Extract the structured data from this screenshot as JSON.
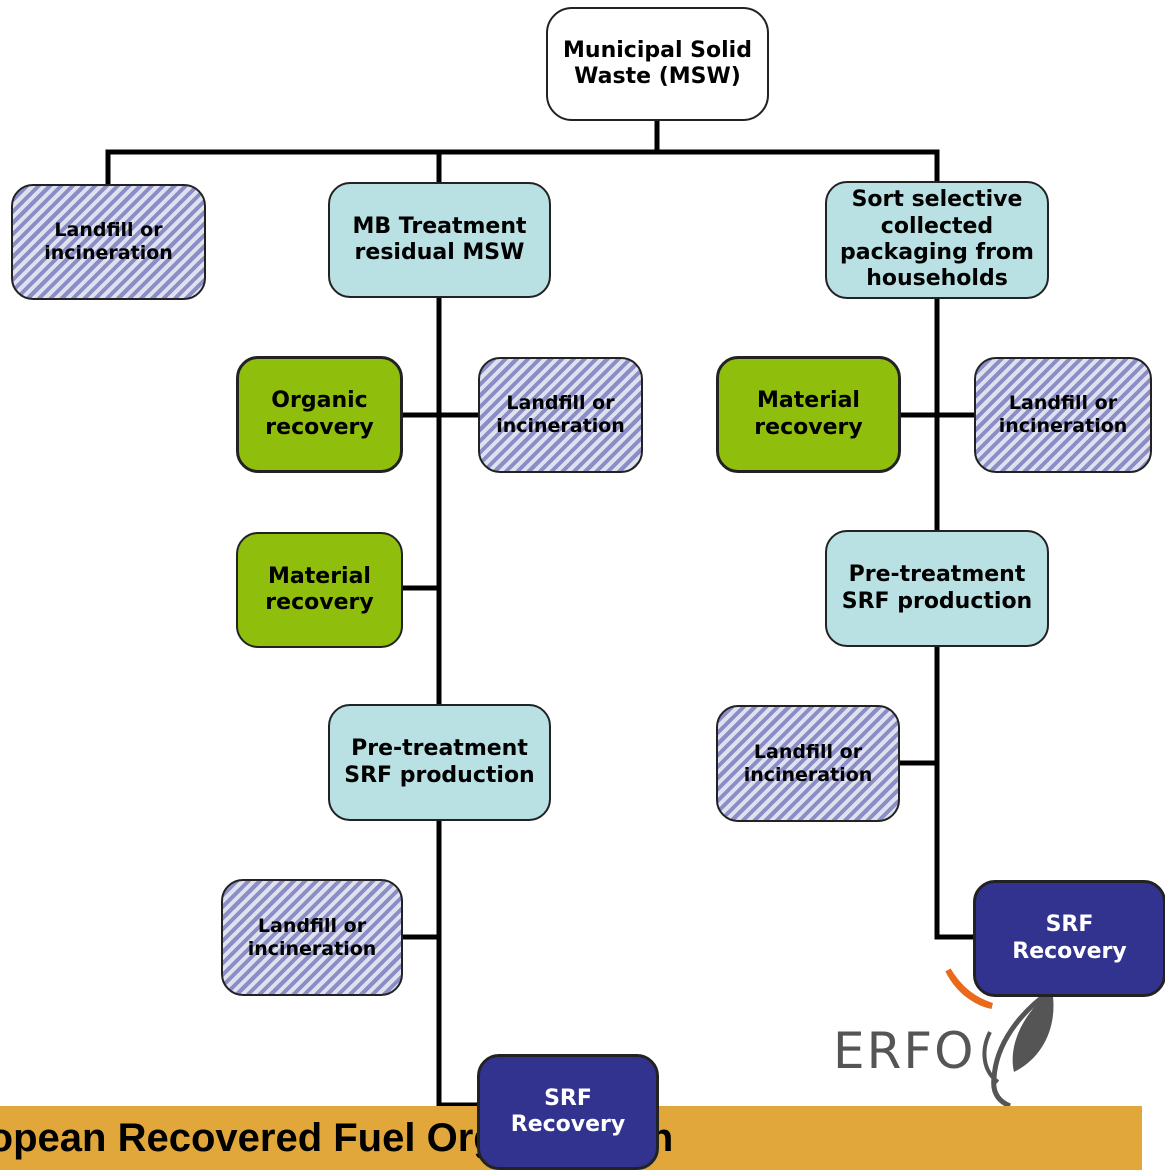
{
  "nodes": {
    "msw": "Municipal Solid\nWaste (MSW)",
    "landfill_top_left": "Landfill or\nincineration",
    "mb_treatment": "MB Treatment\nresidual MSW",
    "sort_packaging": "Sort selective\ncollected\npackaging from\nhouseholds",
    "organic_recovery": "Organic\nrecovery",
    "landfill_mb": "Landfill or\nincineration",
    "material_recovery_right": "Material\nrecovery",
    "landfill_sort": "Landfill or\nincineration",
    "material_recovery_left": "Material\nrecovery",
    "pretreatment_right": "Pre-treatment\nSRF production",
    "landfill_pre_right": "Landfill or\nincineration",
    "pretreatment_left": "Pre-treatment\nSRF production",
    "landfill_pre_left": "Landfill or\nincineration",
    "srf_right": "SRF\nRecovery",
    "srf_left": "SRF\nRecovery"
  },
  "logo": {
    "text": "ERFO"
  },
  "banner": {
    "text": "European Recovered Fuel Organisation"
  },
  "colors": {
    "process": "#b9e0e2",
    "recovery": "#8fbf0c",
    "srf": "#32338e",
    "hatch": "#8b8ec4",
    "banner": "#e1a73a",
    "logo_leaf": "#e86a1a"
  }
}
